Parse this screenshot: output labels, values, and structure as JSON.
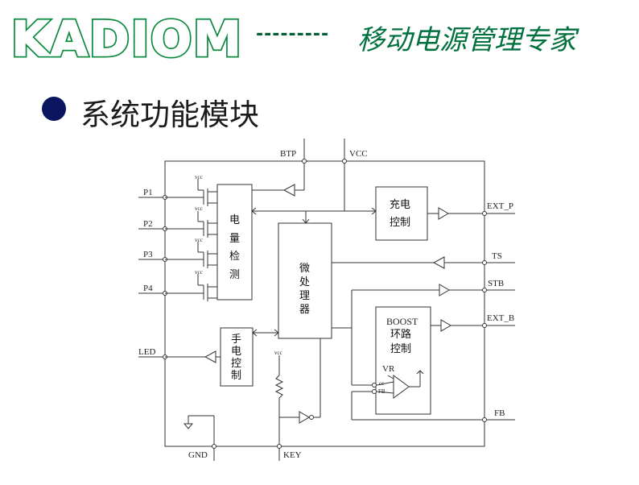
{
  "header": {
    "logo_text": "KADIOM",
    "dashes": "---------",
    "slogan": "移动电源管理专家"
  },
  "section": {
    "title": "系统功能模块"
  },
  "diagram": {
    "pins": {
      "btp": "BTP",
      "vcc": "VCC",
      "p1": "P1",
      "p2": "P2",
      "p3": "P3",
      "p4": "P4",
      "led": "LED",
      "gnd": "GND",
      "key": "KEY",
      "ext_p": "EXT_P",
      "ts": "TS",
      "stb": "STB",
      "ext_b": "EXT_B",
      "fb": "FB"
    },
    "blocks": {
      "power_detect": [
        "电",
        "量",
        "检",
        "测"
      ],
      "mcu": [
        "微",
        "处",
        "理",
        "器"
      ],
      "flashlight_ctrl": [
        "手",
        "电",
        "控",
        "制"
      ],
      "charge_ctrl": [
        "充电",
        "控制"
      ],
      "boost_ctrl": [
        "BOOST",
        "环路",
        "控制"
      ]
    },
    "small_labels": {
      "vcc_small": "vcc",
      "vr": "VR",
      "cc": "cc",
      "fb": "FB"
    }
  }
}
